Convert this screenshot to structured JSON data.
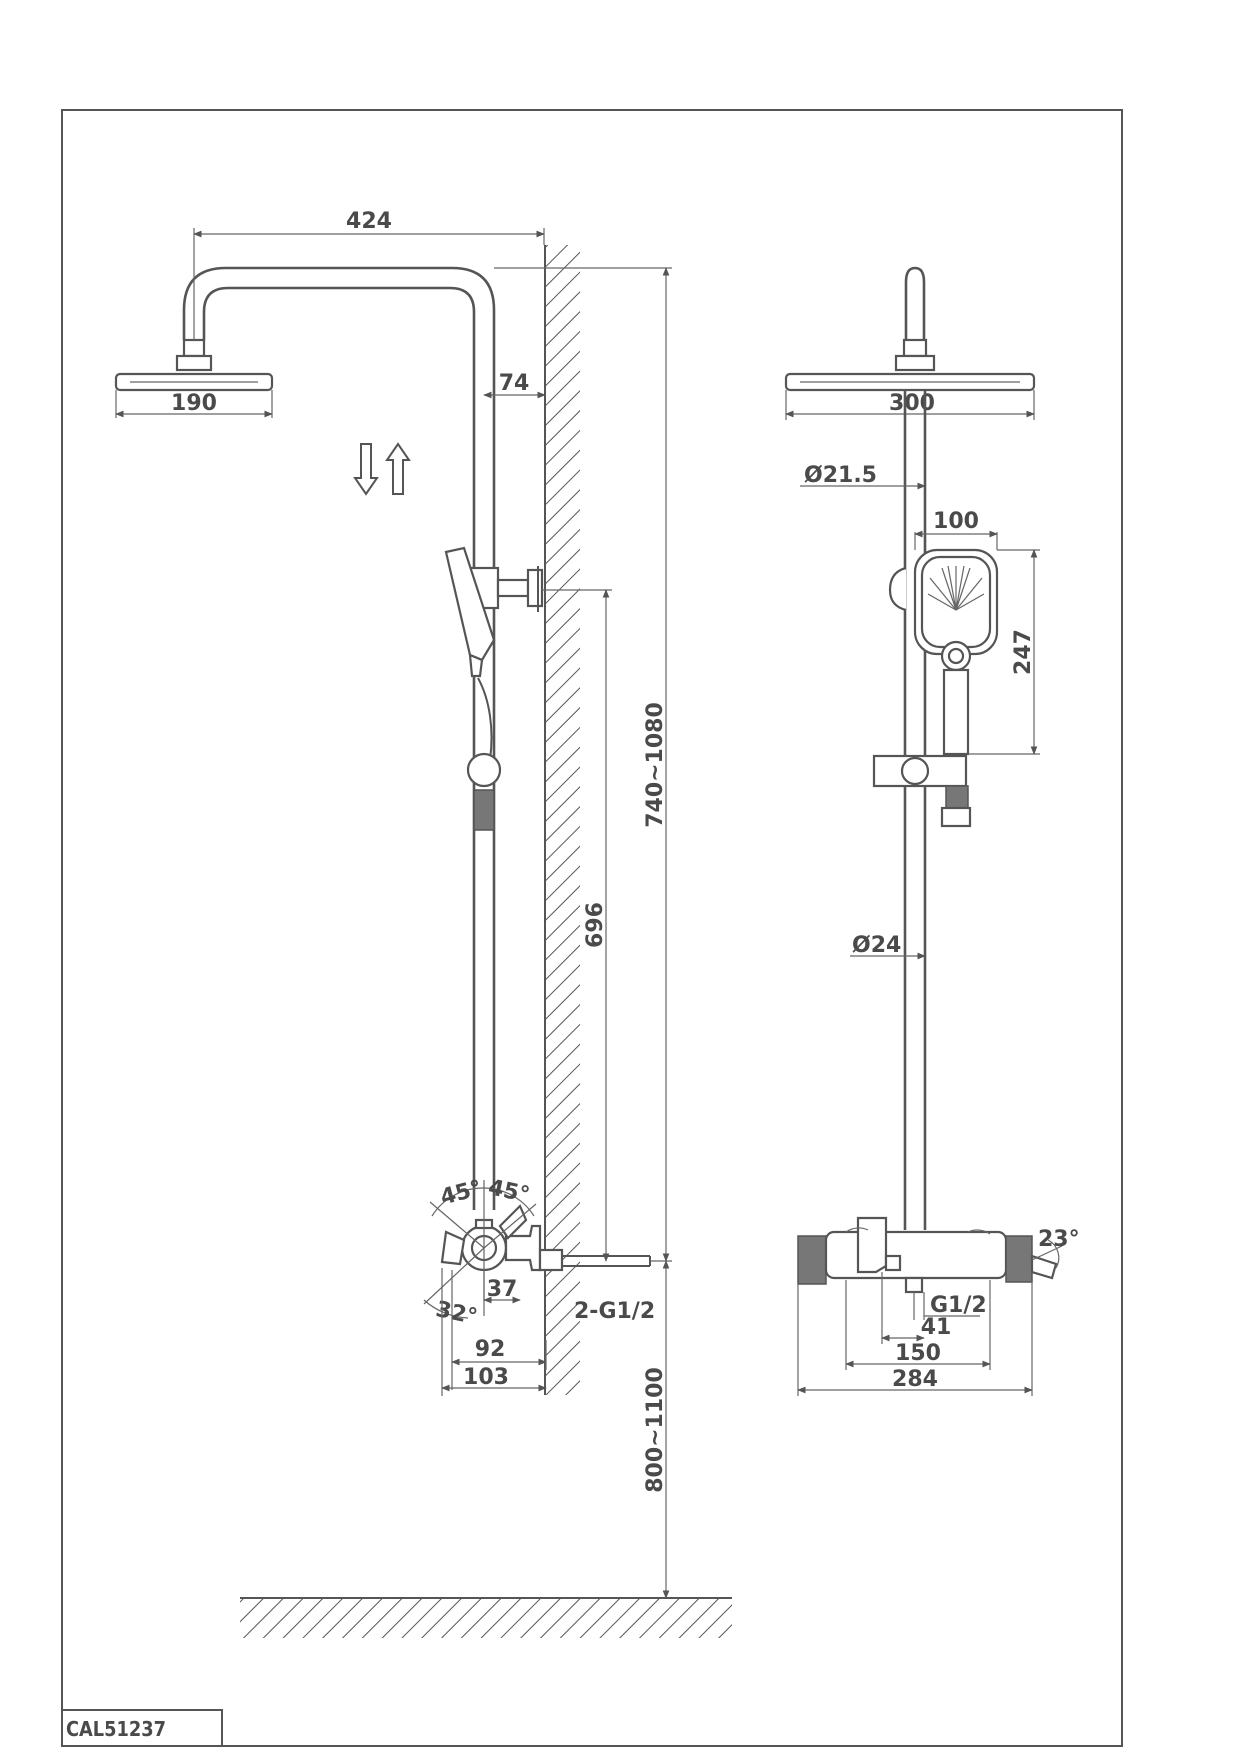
{
  "model_code": "CAL51237",
  "colors": {
    "line": "#555555",
    "text": "#4a4a4a",
    "background": "#ffffff"
  },
  "side_view": {
    "dim_arm_length": "424",
    "dim_arm_offset": "74",
    "dim_head_diameter": "190",
    "dim_total_height": "740~1080",
    "dim_bracket_height": "696",
    "dim_angle_left": "45°",
    "dim_angle_right": "45°",
    "dim_angle_bottom": "32°",
    "dim_valve_depth": "37",
    "dim_valve_width": "92",
    "dim_valve_total": "103",
    "dim_inlets": "2-G1/2",
    "dim_floor_height": "800~1100",
    "arrows": "adjustable-height-arrows"
  },
  "front_view": {
    "dim_head_width": "300",
    "dim_upper_pipe": "Ø21.5",
    "dim_hand_width": "100",
    "dim_hand_length": "247",
    "dim_lower_pipe": "Ø24",
    "dim_spout_angle": "23°",
    "dim_outlet_thread": "G1/2",
    "dim_outlet_offset": "41",
    "dim_inlet_spacing": "150",
    "dim_valve_length": "284"
  }
}
